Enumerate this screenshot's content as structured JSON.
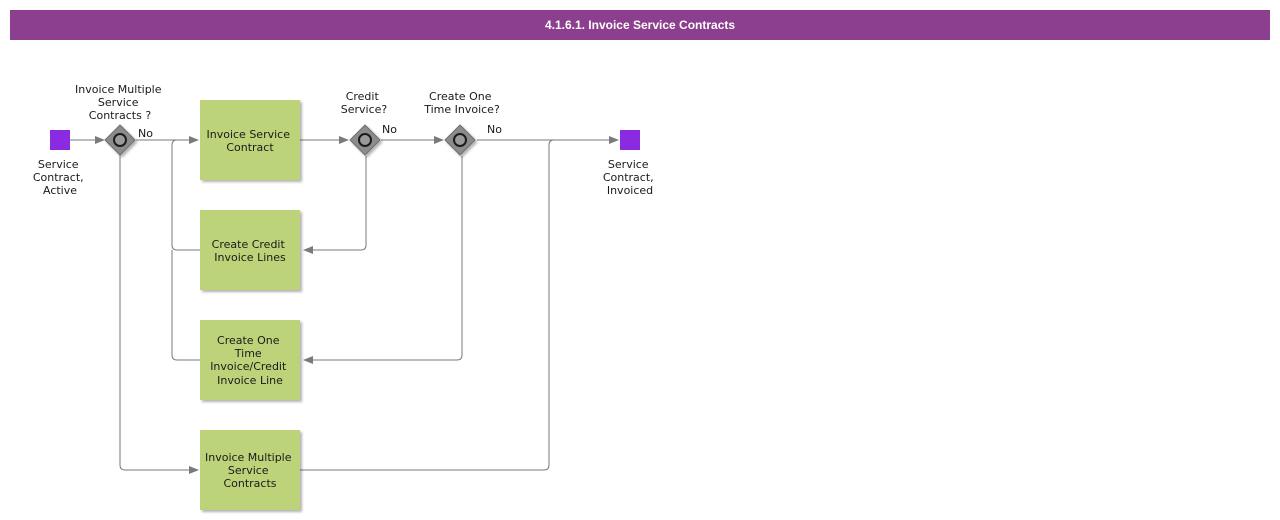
{
  "title": "4.1.6.1. Invoice Service Contracts",
  "colors": {
    "title_bar": "#8B3F8E",
    "event": "#8A2BE2",
    "task_fill": "#BDD37A",
    "gateway": "#8C8C8C",
    "connector": "#7A7A7A"
  },
  "events": {
    "start": {
      "label": [
        "Service",
        "Contract,",
        "Active"
      ]
    },
    "end": {
      "label": [
        "Service",
        "Contract,",
        "Invoiced"
      ]
    }
  },
  "gateways": {
    "multiple": {
      "label": [
        "Invoice Multiple",
        "Service",
        "Contracts ?"
      ],
      "no_label": "No"
    },
    "credit": {
      "label": [
        "Credit",
        "Service?"
      ],
      "no_label": "No"
    },
    "one_time": {
      "label": [
        "Create One",
        "Time Invoice?"
      ],
      "no_label": "No"
    }
  },
  "tasks": {
    "invoice_service_contract": {
      "label": [
        "Invoice Service",
        "Contract"
      ]
    },
    "create_credit_invoice_lines": {
      "label": [
        "Create Credit",
        "Invoice Lines"
      ]
    },
    "create_one_time_invoice": {
      "label": [
        "Create One",
        "Time",
        "Invoice/Credit",
        "Invoice Line"
      ]
    },
    "invoice_multiple_service_contracts": {
      "label": [
        "Invoice Multiple",
        "Service",
        "Contracts"
      ]
    }
  }
}
